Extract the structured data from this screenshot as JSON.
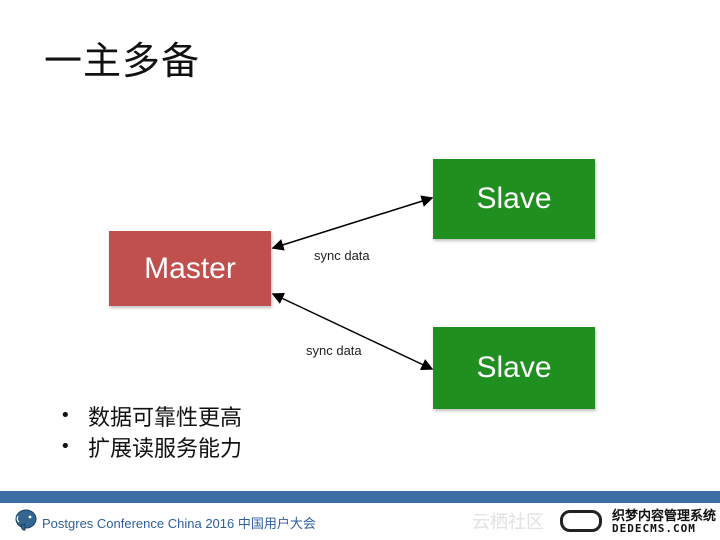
{
  "title": "一主多备",
  "nodes": {
    "master": "Master",
    "slave_top": "Slave",
    "slave_bottom": "Slave"
  },
  "edges": {
    "top_label": "sync data",
    "bottom_label": "sync data"
  },
  "bullets": [
    "数据可靠性更高",
    "扩展读服务能力"
  ],
  "bullet_symbol": "•",
  "footer": {
    "text": "Postgres Conference China 2016 中国用户大会",
    "watermark_left": "云栖社区",
    "watermark_right_line1": "织梦内容管理系统",
    "watermark_right_line2": "DEDECMS.COM"
  },
  "colors": {
    "master": "#c0504d",
    "slave": "#1f8f1f",
    "footer_bar": "#3a6ea5",
    "footer_text": "#2f5f9e"
  }
}
